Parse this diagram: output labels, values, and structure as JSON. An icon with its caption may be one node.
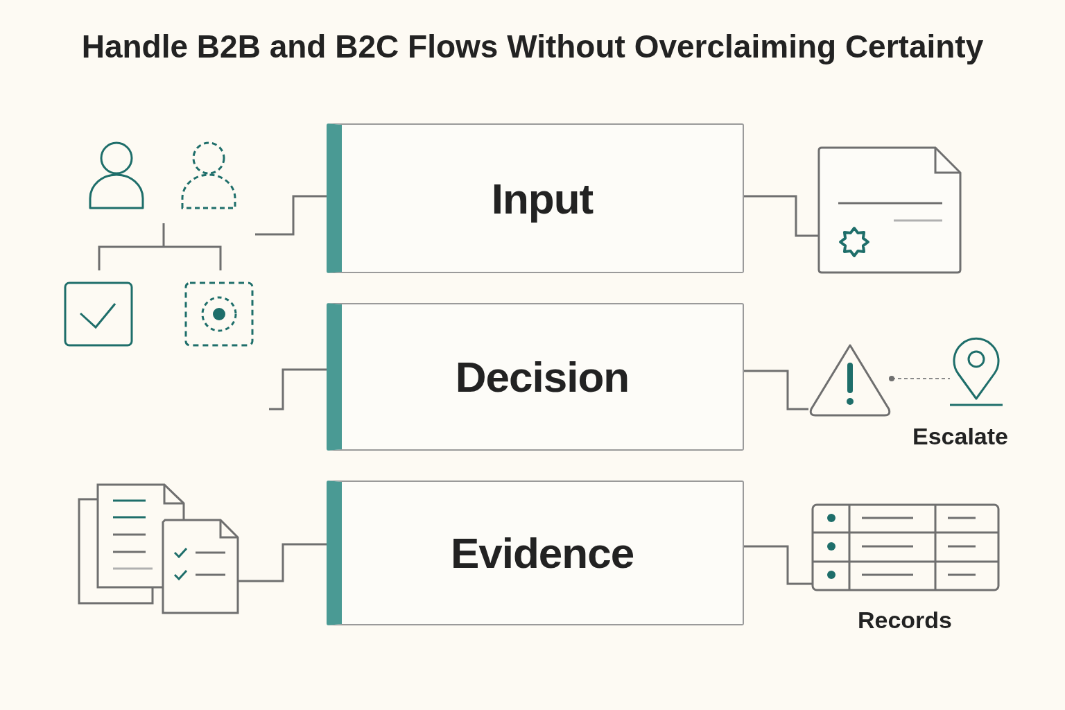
{
  "diagram": {
    "title": "Handle B2B and B2C Flows Without Overclaiming Certainty",
    "nodes": [
      {
        "text": [],
        "shape": "person"
      },
      {
        "text": [
          "Input"
        ]
      },
      {
        "text": [],
        "shape": "document"
      },
      {
        "text": [
          "Decision"
        ]
      },
      {
        "text": [],
        "shape": "triangle"
      },
      {
        "text": [],
        "shape": "pin",
        "beside": [
          "Escalate"
        ]
      },
      {
        "text": [],
        "shape": "documents"
      },
      {
        "text": [
          "Evidence"
        ]
      },
      {
        "text": [],
        "shape": "table",
        "beside": [
          "Records"
        ]
      }
    ],
    "edges": [
      {
        "from": 0,
        "to": 1,
        "arrow": "none"
      },
      {
        "from": null,
        "to": 3,
        "arrow": "none"
      },
      {
        "from": 1,
        "to": 2,
        "arrow": "none"
      },
      {
        "from": 3,
        "to": 4,
        "arrow": "none"
      },
      {
        "from": 4,
        "to": 5,
        "arrow": "other",
        "style": "dashed"
      },
      {
        "from": 6,
        "to": 7,
        "arrow": "none"
      },
      {
        "from": 7,
        "to": 8,
        "arrow": "none"
      }
    ]
  }
}
